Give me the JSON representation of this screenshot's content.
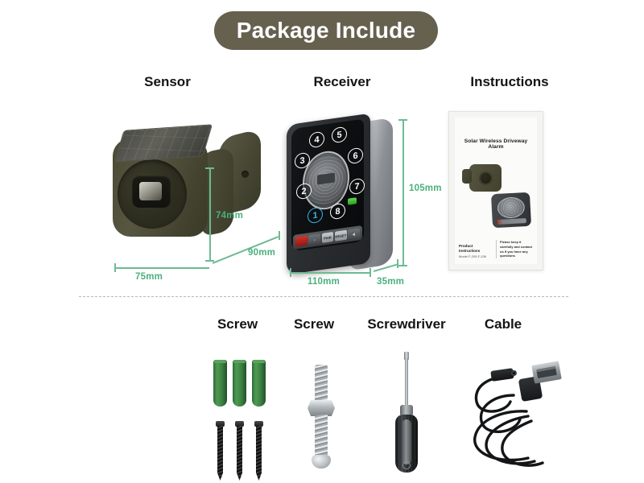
{
  "header": {
    "title": "Package Include"
  },
  "main_items": [
    {
      "label": "Sensor",
      "name": "sensor"
    },
    {
      "label": "Receiver",
      "name": "receiver"
    },
    {
      "label": "Instructions",
      "name": "instructions"
    }
  ],
  "accessory_items": [
    {
      "label": "Screw",
      "name": "screw-anchors"
    },
    {
      "label": "Screw",
      "name": "bolt"
    },
    {
      "label": "Screwdriver",
      "name": "screwdriver"
    },
    {
      "label": "Cable",
      "name": "cable"
    }
  ],
  "sensor": {
    "dimensions": {
      "width": "75mm",
      "height": "74mm",
      "depth": "90mm"
    }
  },
  "receiver": {
    "dimensions": {
      "height": "105mm",
      "width": "110mm",
      "depth": "35mm"
    },
    "keypad_buttons": [
      "1",
      "2",
      "3",
      "4",
      "5",
      "6",
      "7",
      "8"
    ],
    "control_buttons": [
      "",
      "♪",
      "PAIR",
      "RESET",
      "◂)"
    ]
  },
  "instructions": {
    "cover_title": "Solar Wireless Driveway Alarm",
    "footer_left_line1": "Product Instructions",
    "footer_left_line2": "Model F-205,F-206",
    "footer_right": "Please keep it carefully and contact us if you have any questions"
  },
  "colors": {
    "title_pill": "#66604f",
    "dimension_green": "#4caf7d",
    "sensor_body": "#4a4a35",
    "accent_blue": "#39b6e8",
    "led_green": "#3fbb2f",
    "anchor_green": "#3d8244"
  }
}
